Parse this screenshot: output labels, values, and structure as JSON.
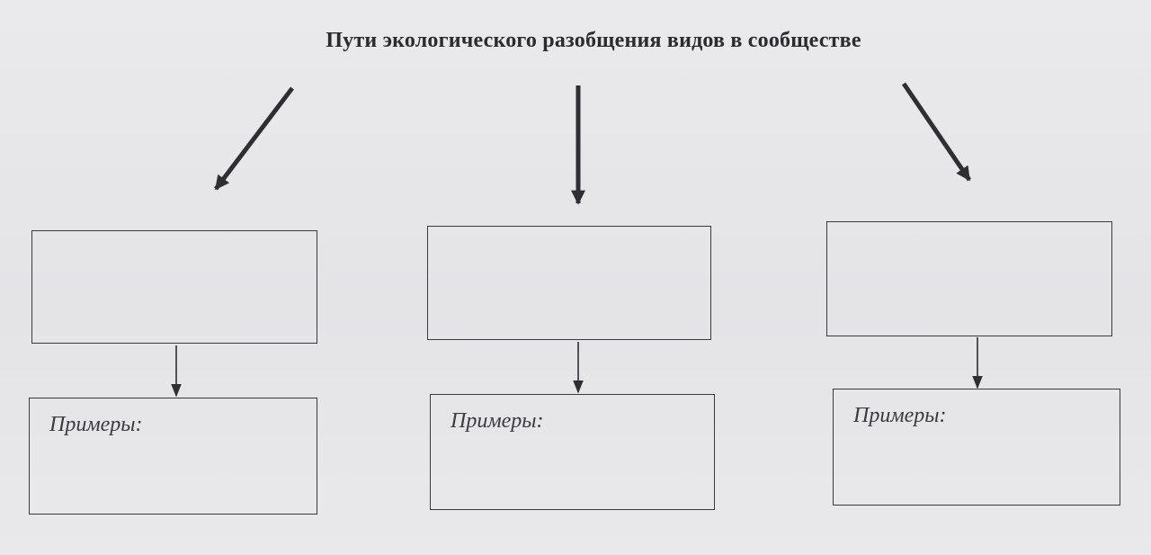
{
  "diagram": {
    "title": "Пути экологического разобщения видов в сообществе",
    "branches": [
      {
        "top_box_text": "",
        "examples_label": "Примеры:"
      },
      {
        "top_box_text": "",
        "examples_label": "Примеры:"
      },
      {
        "top_box_text": "",
        "examples_label": "Примеры:"
      }
    ]
  },
  "colors": {
    "ink": "#2e2e33",
    "paper": "#e8e8ea"
  }
}
